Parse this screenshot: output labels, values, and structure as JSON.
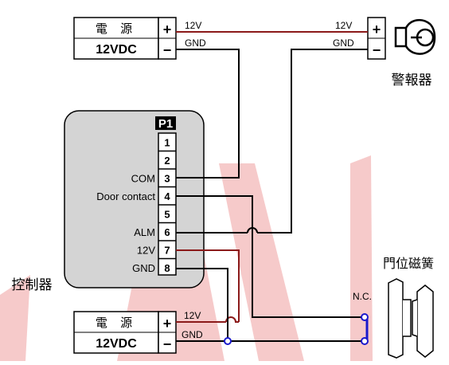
{
  "psu_top": {
    "label1": "電 源",
    "label2": "12VDC",
    "plus": "+",
    "minus": "−"
  },
  "psu_bottom": {
    "label1": "電 源",
    "label2": "12VDC",
    "plus": "+",
    "minus": "−"
  },
  "alarm": {
    "label": "警報器",
    "plus": "+",
    "minus": "−"
  },
  "controller": {
    "label": "控制器",
    "header": "P1",
    "pins": [
      {
        "num": "1",
        "label": ""
      },
      {
        "num": "2",
        "label": ""
      },
      {
        "num": "3",
        "label": "COM"
      },
      {
        "num": "4",
        "label": "Door contact"
      },
      {
        "num": "5",
        "label": ""
      },
      {
        "num": "6",
        "label": "ALM"
      },
      {
        "num": "7",
        "label": "12V"
      },
      {
        "num": "8",
        "label": "GND"
      }
    ]
  },
  "door_sensor": {
    "label": "門位磁簧",
    "nc": "N.C."
  },
  "wires": {
    "top_12v": "12V",
    "top_gnd": "GND",
    "alarm_12v": "12V",
    "alarm_gnd": "GND",
    "bottom_12v": "12V",
    "bottom_gnd": "GND"
  },
  "colors": {
    "power_wire": "#8b1a1a",
    "signal_wire": "#000000",
    "junction": "#1a1acc",
    "watermark": "#f4cccc",
    "controller_fill": "#d4d4d4"
  }
}
